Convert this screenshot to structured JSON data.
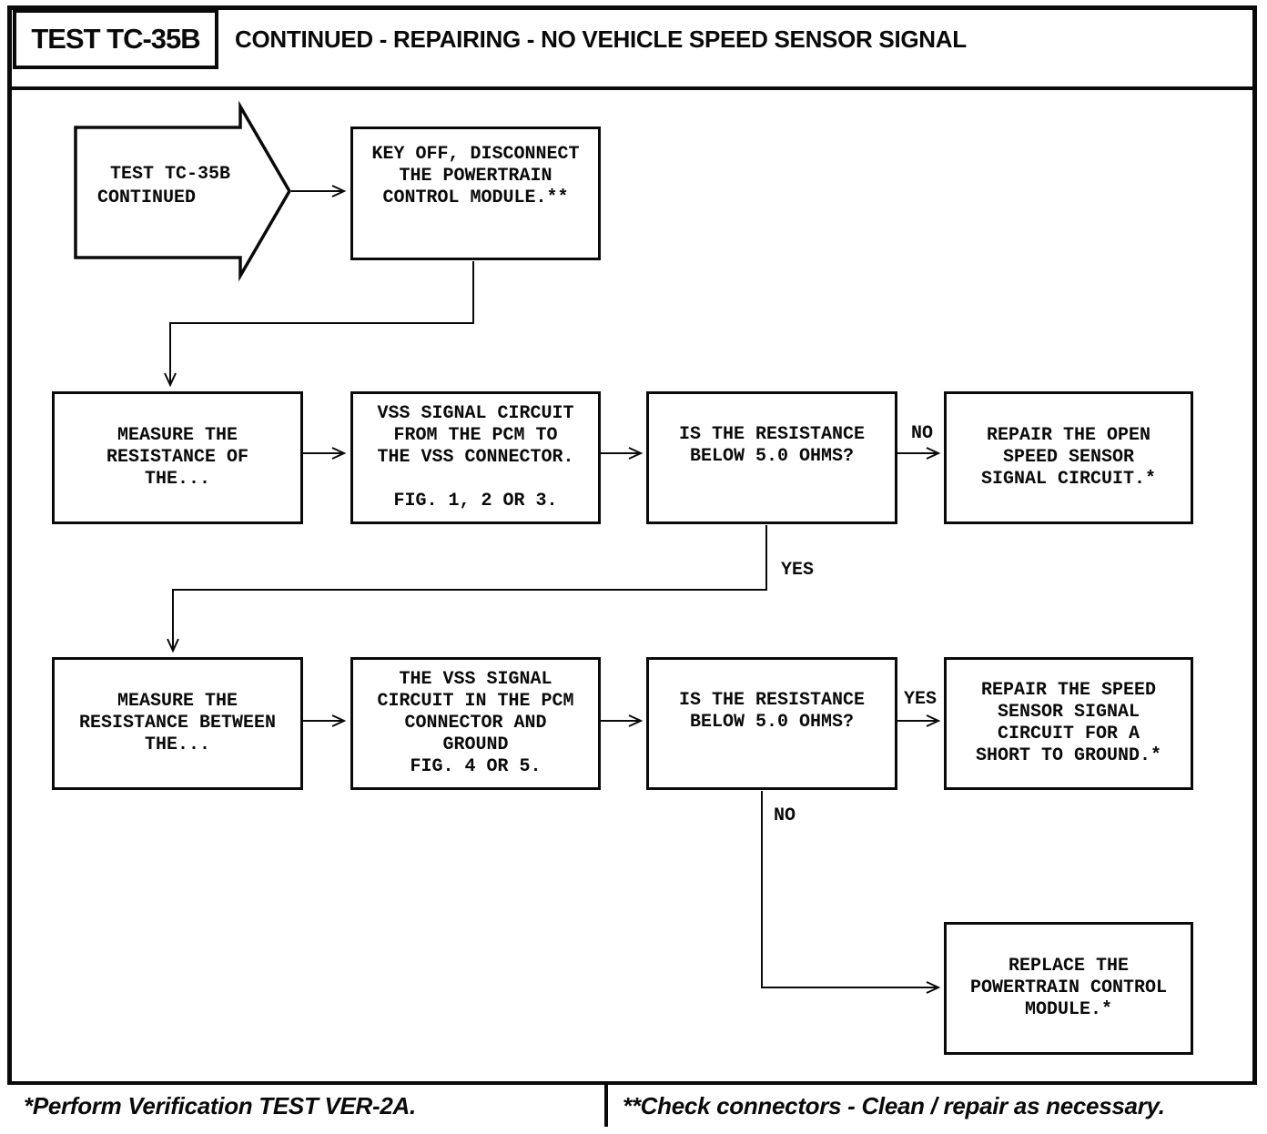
{
  "header": {
    "test_id": "TEST TC-35B",
    "title": "CONTINUED - REPAIRING - NO VEHICLE SPEED SENSOR SIGNAL"
  },
  "flowchart": {
    "entry_label": "TEST TC-35B\nCONTINUED",
    "key_off": "KEY OFF, DISCONNECT\nTHE POWERTRAIN\nCONTROL MODULE.**",
    "measure_resistance_of": "MEASURE THE\nRESISTANCE OF\nTHE...",
    "vss_circuit_pcm_to_vss": "VSS SIGNAL CIRCUIT\nFROM THE PCM TO\nTHE VSS CONNECTOR.\n\nFIG. 1, 2 OR 3.",
    "resistance_question_1": "IS THE RESISTANCE\nBELOW 5.0 OHMS?",
    "repair_open_circuit": "REPAIR THE OPEN\nSPEED SENSOR\nSIGNAL CIRCUIT.*",
    "measure_resistance_between": "MEASURE THE\nRESISTANCE BETWEEN\nTHE...",
    "vss_circuit_pcm_ground": "THE VSS SIGNAL\nCIRCUIT IN THE PCM\nCONNECTOR AND\nGROUND\nFIG. 4 OR 5.",
    "resistance_question_2": "IS THE RESISTANCE\nBELOW 5.0 OHMS?",
    "repair_short_to_ground": "REPAIR THE SPEED\nSENSOR SIGNAL\nCIRCUIT FOR A\nSHORT TO GROUND.*",
    "replace_pcm": "REPLACE THE\nPOWERTRAIN CONTROL\nMODULE.*",
    "branch_labels": {
      "q1_no": "NO",
      "q1_yes": "YES",
      "q2_yes": "YES",
      "q2_no": "NO"
    }
  },
  "footnotes": {
    "verification": "*Perform Verification TEST VER-2A.",
    "connectors": "**Check connectors - Clean / repair as necessary."
  },
  "colors": {
    "ink": "#0a0a0a",
    "paper": "#ffffff"
  }
}
